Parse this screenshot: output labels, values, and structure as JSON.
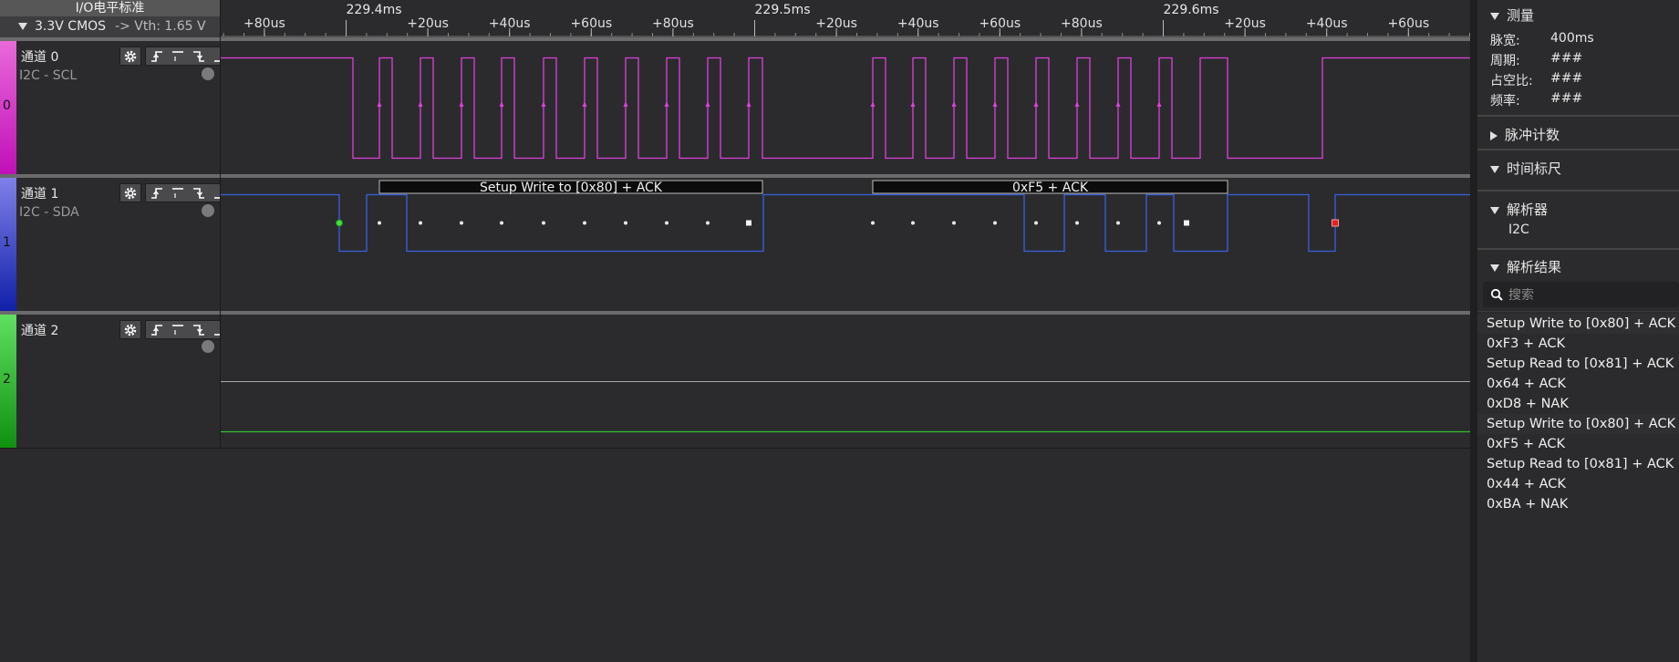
{
  "io": {
    "header": "I/O电平标准",
    "standard": "3.3V CMOS",
    "vth": "-> Vth: 1.65 V"
  },
  "ruler": {
    "major": [
      "229.4ms",
      "229.5ms",
      "229.6ms"
    ],
    "minor": [
      "+80us",
      "+20us",
      "+40us",
      "+60us",
      "+80us",
      "+20us",
      "+40us",
      "+60us",
      "+80us",
      "+20us",
      "+40us",
      "+60us"
    ]
  },
  "channels": [
    {
      "num": "0",
      "name": "通道 0",
      "sub": "I2C - SCL",
      "strip": [
        "#e86ad8",
        "#c010b8"
      ],
      "wave": "#dd3fdd"
    },
    {
      "num": "1",
      "name": "通道 1",
      "sub": "I2C - SDA",
      "strip": [
        "#8080e8",
        "#1020a8"
      ],
      "wave": "#3860e0"
    },
    {
      "num": "2",
      "name": "通道 2",
      "sub": "",
      "strip": [
        "#60e060",
        "#109010"
      ],
      "wave": "#30c030"
    }
  ],
  "annotations": [
    "Setup Write to [0x80] + ACK",
    "0xF5 + ACK"
  ],
  "panel": {
    "measure": {
      "title": "测量",
      "rows": [
        {
          "k": "脉宽:",
          "v": "400ms"
        },
        {
          "k": "周期:",
          "v": "###"
        },
        {
          "k": "占空比:",
          "v": "###"
        },
        {
          "k": "频率:",
          "v": "###"
        }
      ]
    },
    "pulse_count": "脉冲计数",
    "timebase": "时间标尺",
    "decoder": {
      "title": "解析器",
      "item": "I2C"
    },
    "results": {
      "title": "解析结果",
      "search_placeholder": "搜索",
      "items": [
        "Setup Write to [0x80] + ACK",
        "0xF3 + ACK",
        "Setup Read to [0x81] + ACK",
        "0x64 + ACK",
        "0xD8 + NAK",
        "Setup Write to [0x80] + ACK",
        "0xF5 + ACK",
        "Setup Read to [0x81] + ACK",
        "0x44 + ACK",
        "0xBA + NAK"
      ]
    }
  }
}
